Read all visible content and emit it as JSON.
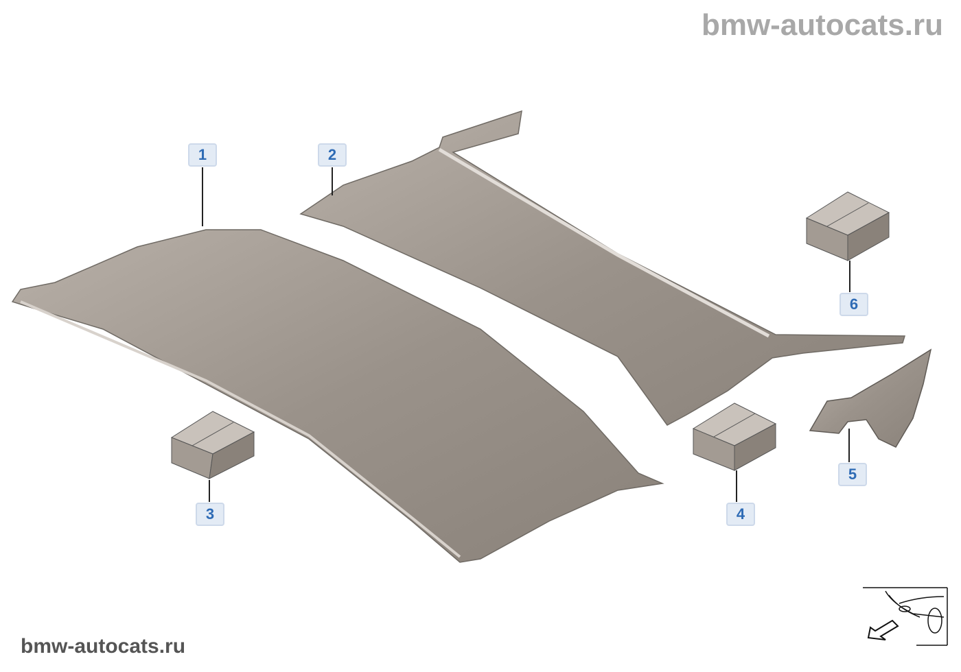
{
  "watermark_top": "bmw-autocats.ru",
  "watermark_bottom": "bmw-autocats.ru",
  "callouts": [
    "1",
    "2",
    "3",
    "4",
    "5",
    "6"
  ],
  "colors": {
    "part": "#9c948c",
    "callout_bg": "#e3ebf5",
    "callout_text": "#2e6bb5"
  }
}
